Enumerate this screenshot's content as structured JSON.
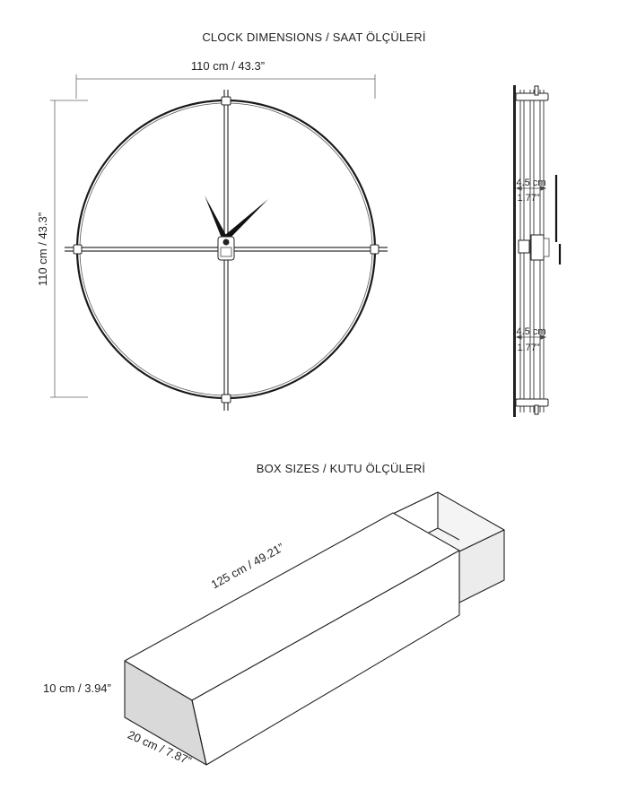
{
  "clock": {
    "title": "CLOCK DIMENSIONS / SAAT ÖLÇÜLERİ",
    "width_label": "110 cm / 43.3”",
    "height_label": "110 cm / 43.3”",
    "depth_top_cm": "4.5 cm",
    "depth_top_in": "1.77”",
    "depth_bottom_cm": "4.5 cm",
    "depth_bottom_in": "1.77”"
  },
  "box": {
    "title": "BOX SIZES / KUTU ÖLÇÜLERİ",
    "length_label": "125 cm / 49.21”",
    "height_label": "10 cm / 3.94”",
    "width_label": "20 cm / 7.87”"
  }
}
